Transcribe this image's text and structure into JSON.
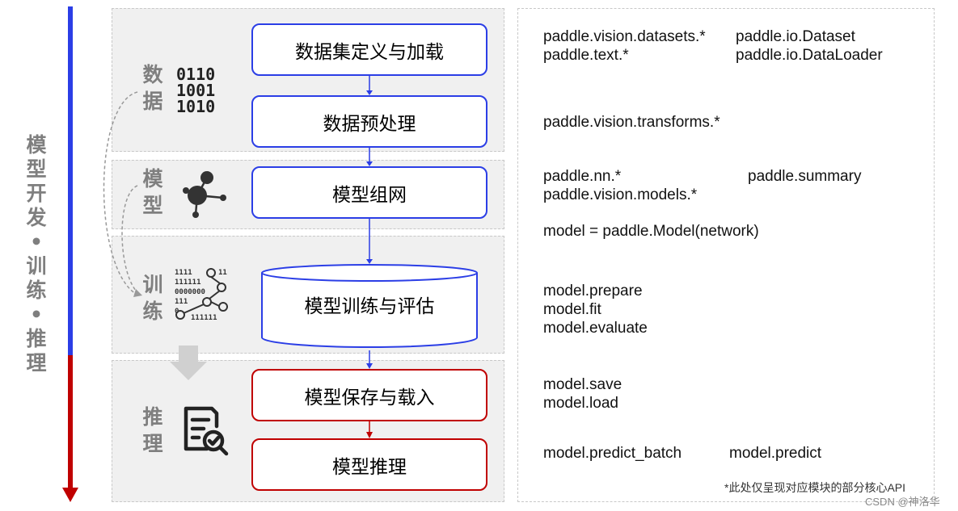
{
  "timeline": {
    "label_chars": [
      "模",
      "型",
      "开",
      "发",
      "•",
      "训",
      "练",
      "•",
      "推",
      "理"
    ]
  },
  "stages": {
    "data": {
      "label_top": "数",
      "label_bottom": "据",
      "binary": [
        "0110",
        "1001",
        "1010"
      ],
      "icon": "binary-data-icon"
    },
    "model": {
      "label_top": "模",
      "label_bottom": "型",
      "icon": "molecule-network-icon"
    },
    "train": {
      "label_top": "训",
      "label_bottom": "练",
      "icon": "binary-network-icon"
    },
    "infer": {
      "label_top": "推",
      "label_bottom": "理",
      "icon": "document-search-icon"
    }
  },
  "steps": [
    {
      "label": "数据集定义与加载",
      "color": "blue"
    },
    {
      "label": "数据预处理",
      "color": "blue"
    },
    {
      "label": "模型组网",
      "color": "blue"
    },
    {
      "label": "模型训练与评估",
      "color": "blue"
    },
    {
      "label": "模型保存与载入",
      "color": "red"
    },
    {
      "label": "模型推理",
      "color": "red"
    }
  ],
  "apis": {
    "dataset_left": "paddle.vision.datasets.*\npaddle.text.*",
    "dataset_right": "paddle.io.Dataset\npaddle.io.DataLoader",
    "transforms": "paddle.vision.transforms.*",
    "nn_left": "paddle.nn.*\npaddle.vision.models.*",
    "nn_right": "paddle.summary",
    "model_create": "model = paddle.Model(network)",
    "train": "model.prepare\nmodel.fit\nmodel.evaluate",
    "save": "model.save\nmodel.load",
    "predict_left": "model.predict_batch",
    "predict_right": "model.predict"
  },
  "note": "*此处仅呈现对应模块的部分核心API",
  "watermark": "CSDN @神洛华",
  "colors": {
    "blue": "#2b3ee6",
    "red": "#c00000",
    "panel": "#f0f0f0",
    "label_gray": "#7f7f7f"
  }
}
